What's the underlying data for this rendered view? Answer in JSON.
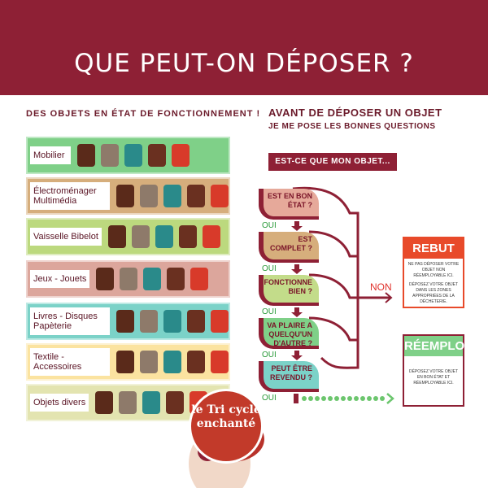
{
  "title": "QUE PEUT-ON DÉPOSER ?",
  "left": {
    "heading": "DES OBJETS EN ÉTAT DE FONCTIONNEMENT !",
    "categories": [
      {
        "label": "Mobilier",
        "color": "#7fd088"
      },
      {
        "label": "Électroménager Multimédia",
        "color": "#d6ae7c"
      },
      {
        "label": "Vaisselle Bibelot",
        "color": "#bcd97e"
      },
      {
        "label": "Jeux - Jouets",
        "color": "#dca69c"
      },
      {
        "label": "Livres - Disques Papèterie",
        "color": "#7bd2c8"
      },
      {
        "label": "Textile - Accessoires",
        "color": "#fbe3a0"
      },
      {
        "label": "Objets divers",
        "color": "#e3e4b0"
      }
    ]
  },
  "right": {
    "heading1": "AVANT DE DÉPOSER UN OBJET",
    "heading2": "JE ME POSE LES BONNES QUESTIONS",
    "ask": "EST-CE QUE MON OBJET...",
    "questions": [
      {
        "text": "EST EN BON ÉTAT ?",
        "color": "#e6a99a"
      },
      {
        "text": "EST COMPLET ?",
        "color": "#d6ae7c"
      },
      {
        "text": "FONCTIONNE BIEN ?",
        "color": "#c3dc8a"
      },
      {
        "text": "VA PLAIRE A QUELQU'UN D'AUTRE ?",
        "color": "#7fd088"
      },
      {
        "text": "PEUT ÊTRE REVENDU ?",
        "color": "#7bd2c8"
      }
    ],
    "yes": "OUI",
    "no": "NON",
    "rebut": {
      "title": "REBUT",
      "line1": "NE PAS DÉPOSER VOTRE OBJET NON RÉEMPLOYABLE ICI.",
      "line2": "DÉPOSEZ VOTRE OBJET DANS LES ZONES APPROPRIÉES DE LA DÉCHETERIE."
    },
    "reemploi": {
      "title": "RÉEMPLOI",
      "line1": "DÉPOSEZ VOTRE OBJET EN BON ÉTAT ET RÉEMPLOYABLE ICI."
    }
  },
  "logo": {
    "text": "le Tri cycle enchanté"
  }
}
